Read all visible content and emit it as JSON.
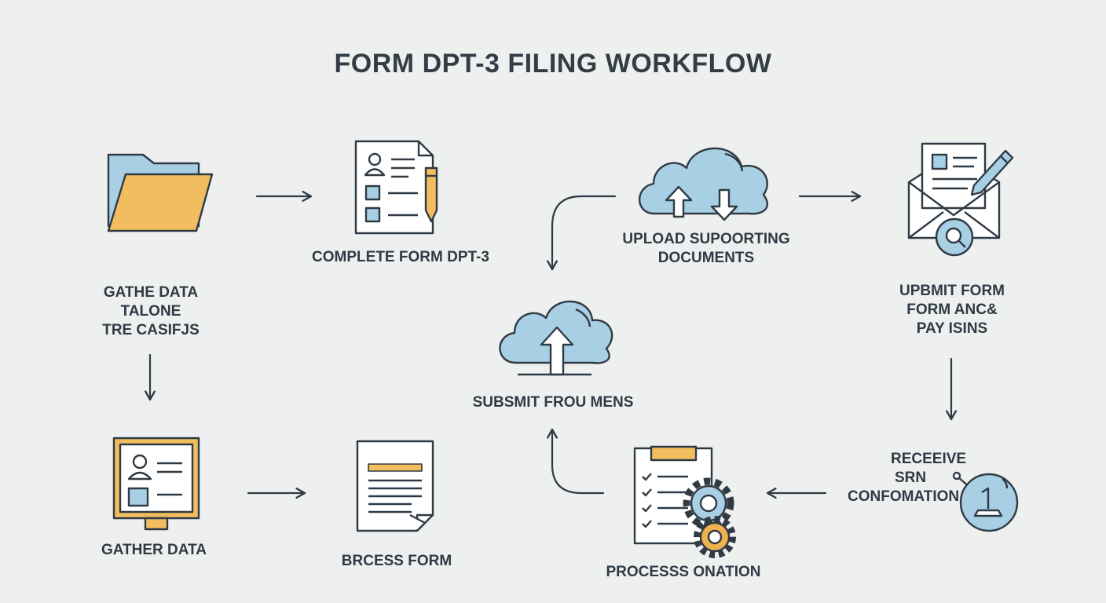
{
  "title": "FORM DPT-3 FILING WORKFLOW",
  "colors": {
    "background": "#edf0ef",
    "stroke": "#2f3a44",
    "folder": "#f2bd5f",
    "accent_blue": "#a9cfe4",
    "accent_orange": "#f0b250"
  },
  "steps": {
    "gather_top": {
      "lines": [
        "GATHE DATA",
        "TALONE",
        "TRE CASIFJS"
      ],
      "icon": "folder-icon"
    },
    "complete_form": {
      "lines": [
        "COMPLETE FORM  DPT-3"
      ],
      "icon": "form-pencil-icon"
    },
    "upload_docs": {
      "lines": [
        "UPLOAD SUPOORTING",
        "DOCUMENTS"
      ],
      "icon": "cloud-sync-icon"
    },
    "submit_pay": {
      "lines": [
        "UPBMIT FORM",
        "FORM ANC&",
        "PAY ISINS"
      ],
      "icon": "envelope-search-icon"
    },
    "submit_center": {
      "lines": [
        "SUBSMIT FROU MENS"
      ],
      "icon": "cloud-upload-icon"
    },
    "receive_srn": {
      "lines": [
        "RECEEIVE",
        "SRN",
        "CONFOMATION"
      ],
      "icon": "stamp-icon"
    },
    "gather_bottom": {
      "lines": [
        "GATHER DATA"
      ],
      "icon": "monitor-profile-icon"
    },
    "process_form": {
      "lines": [
        "BRCESS FORM"
      ],
      "icon": "document-icon"
    },
    "process_onation": {
      "lines": [
        "PROCESSS ONATION"
      ],
      "icon": "checklist-gears-icon"
    }
  }
}
